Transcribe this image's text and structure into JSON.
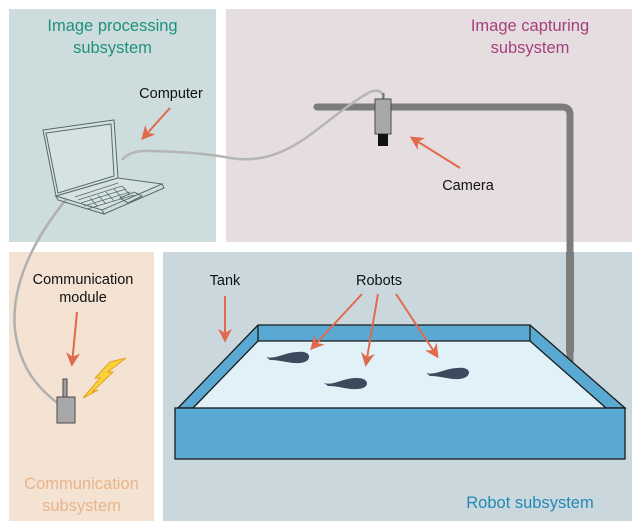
{
  "colors": {
    "image_processing": "#1f9180",
    "image_capturing": "#a4407c",
    "communication": "#e8b48b",
    "robot": "#2389b6",
    "arrow": "#e06a4d",
    "tank": "#5aa9d3",
    "water": "#e0f2f8",
    "robot_fish": "#3c4a5e"
  },
  "panels": {
    "image_processing": {
      "title_line1": "Image processing",
      "title_line2": "subsystem"
    },
    "image_capturing": {
      "title_line1": "Image capturing",
      "title_line2": "subsystem"
    },
    "communication": {
      "title_line1": "Communication",
      "title_line2": "subsystem"
    },
    "robot": {
      "title": "Robot subsystem"
    }
  },
  "labels": {
    "computer": "Computer",
    "camera": "Camera",
    "comm_module_line1": "Communication",
    "comm_module_line2": "module",
    "tank": "Tank",
    "robots": "Robots"
  },
  "icons": {
    "computer": "laptop-icon",
    "camera": "camera-icon",
    "comm_module": "radio-module-icon",
    "signal": "lightning-bolt-icon",
    "robot": "fish-robot-icon"
  }
}
